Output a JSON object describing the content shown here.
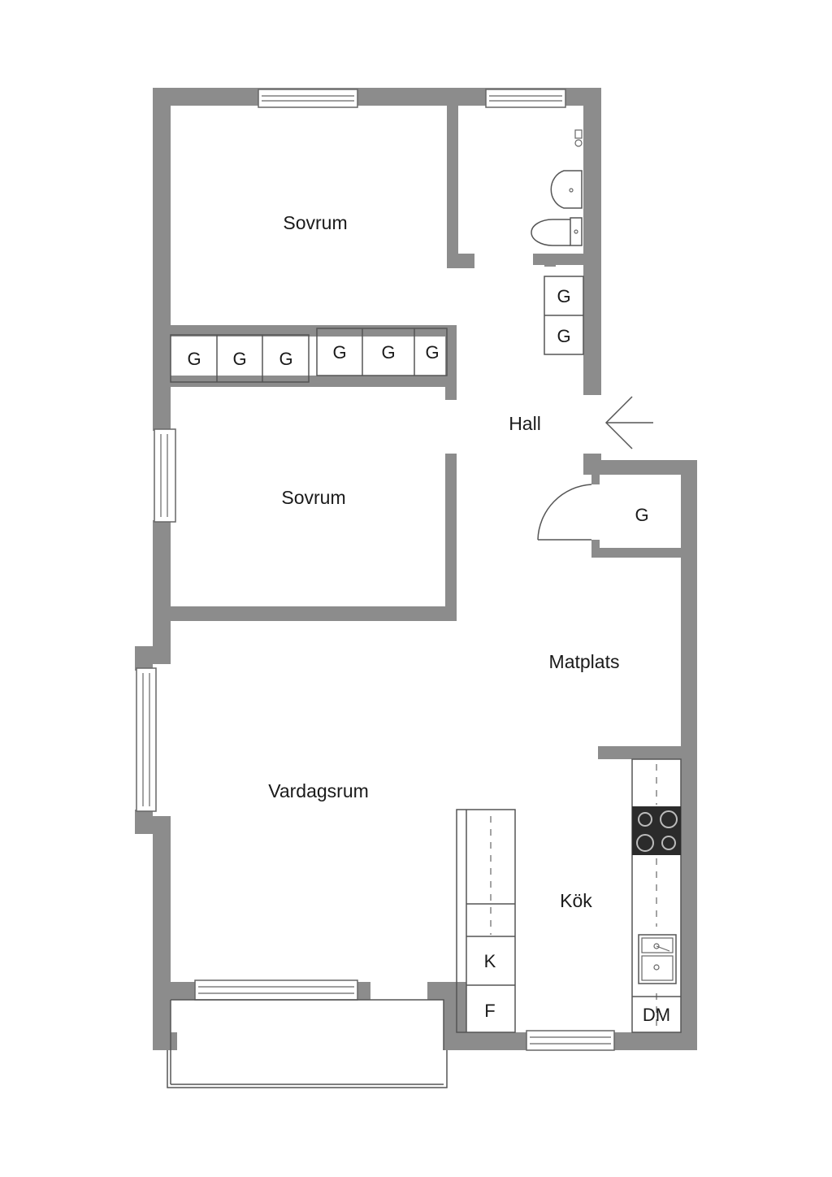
{
  "rooms": {
    "sovrum_top": "Sovrum",
    "sovrum_mid": "Sovrum",
    "hall": "Hall",
    "matplats": "Matplats",
    "vardagsrum": "Vardagsrum",
    "kok": "Kök"
  },
  "closets": {
    "bedroom_row_1": [
      "G",
      "G",
      "G"
    ],
    "bedroom_row_2": [
      "G",
      "G",
      "G"
    ],
    "hall_stack": [
      "G",
      "G"
    ],
    "storage": "G"
  },
  "kitchen": {
    "fridge": "K",
    "freezer": "F",
    "dishwasher": "DM"
  },
  "colors": {
    "wall": "#8c8c8c",
    "background": "#ffffff"
  }
}
